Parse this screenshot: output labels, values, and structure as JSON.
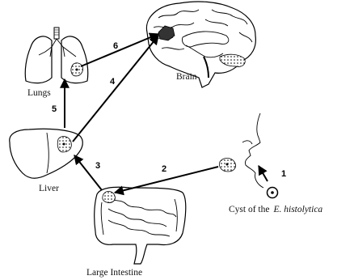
{
  "organs": {
    "brain": "Brain",
    "lungs": "Lungs",
    "liver": "Liver",
    "large_intestine": "Large Intestine"
  },
  "cyst_label": {
    "prefix": "Cyst of the",
    "species": "E. histolytica"
  },
  "steps": [
    "1",
    "2",
    "3",
    "4",
    "5",
    "6"
  ],
  "colors": {
    "ink": "#000000",
    "background": "#ffffff"
  }
}
